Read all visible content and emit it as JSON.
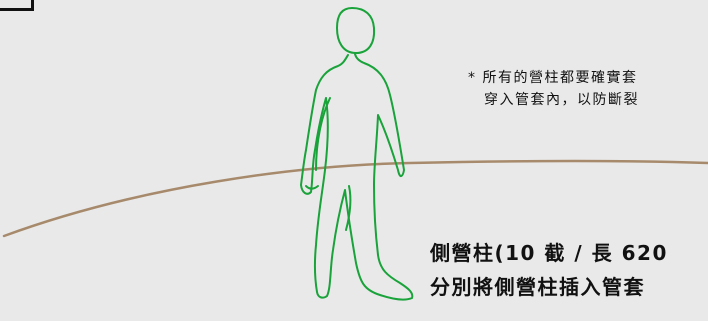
{
  "note": {
    "line1": "* 所有的營柱都要確實套",
    "line2": "穿入管套內，以防斷裂"
  },
  "caption": {
    "line1": "側營柱(10 截 / 長 620",
    "line2": "分別將側營柱插入管套"
  },
  "colors": {
    "background": "#e9e9e9",
    "figure_stroke": "#19a33a",
    "pole_stroke": "#a78a6b",
    "text": "#111111"
  }
}
